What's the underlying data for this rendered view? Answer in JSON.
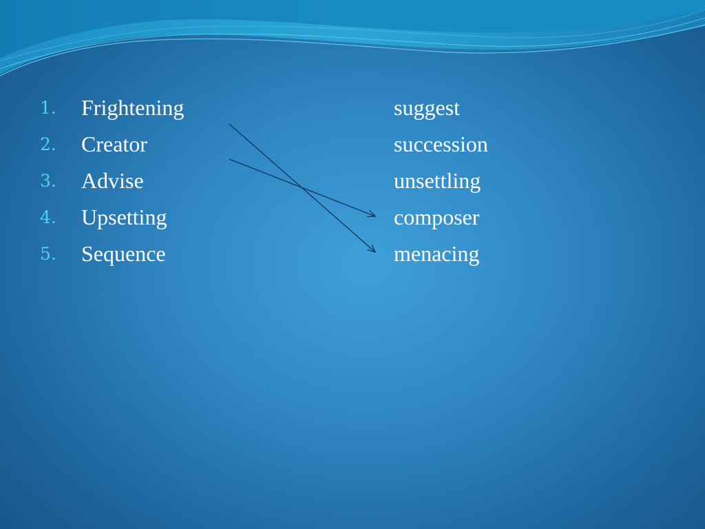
{
  "left_list": [
    {
      "number": "1.",
      "word": "Frightening"
    },
    {
      "number": "2.",
      "word": "Creator"
    },
    {
      "number": "3.",
      "word": "Advise"
    },
    {
      "number": "4.",
      "word": "Upsetting"
    },
    {
      "number": "5.",
      "word": "Sequence"
    }
  ],
  "right_list": [
    "suggest",
    "succession",
    "unsettling",
    "composer",
    "menacing"
  ],
  "colors": {
    "number": "#4fd2ef",
    "text": "#ffffff",
    "arrow": "#12335a"
  }
}
